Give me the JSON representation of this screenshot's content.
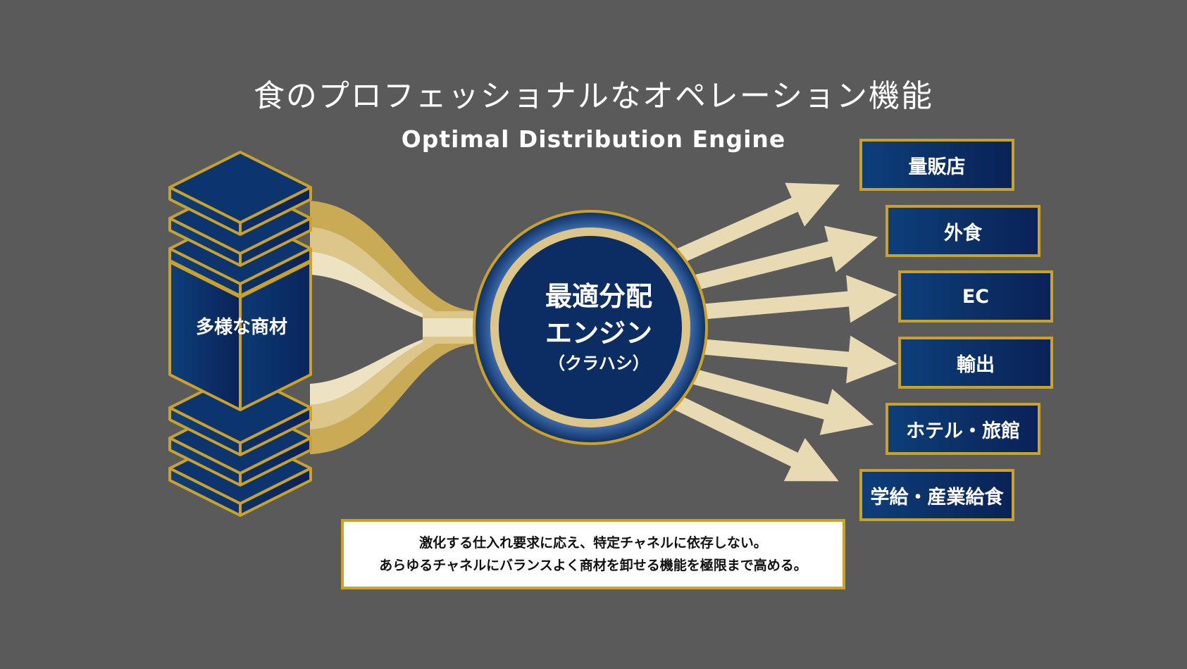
{
  "header": {
    "title": "食のプロフェッショナルなオペレーション機能",
    "subtitle": "Optimal Distribution Engine"
  },
  "source": {
    "label": "多様な商材",
    "icon": "stacked-layers-icon"
  },
  "engine": {
    "line1": "最適分配",
    "line2": "エンジン",
    "line3": "（クラハシ）"
  },
  "channels": [
    {
      "label": "量販店"
    },
    {
      "label": "外食"
    },
    {
      "label": "EC"
    },
    {
      "label": "輸出"
    },
    {
      "label": "ホテル・旅館"
    },
    {
      "label": "学給・産業給食"
    }
  ],
  "note": {
    "line1": "激化する仕入れ要求に応え、特定チャネルに依存しない。",
    "line2": "あらゆるチャネルにバランスよく商材を卸せる機能を極限まで高める。"
  },
  "colors": {
    "background": "#5a5a5a",
    "navy": "#0b2d63",
    "gold": "#c9a227",
    "cream": "#e8dbb4",
    "band_dark": "#c9ab55",
    "band_mid": "#dcc68a",
    "band_light": "#ede2c2"
  }
}
